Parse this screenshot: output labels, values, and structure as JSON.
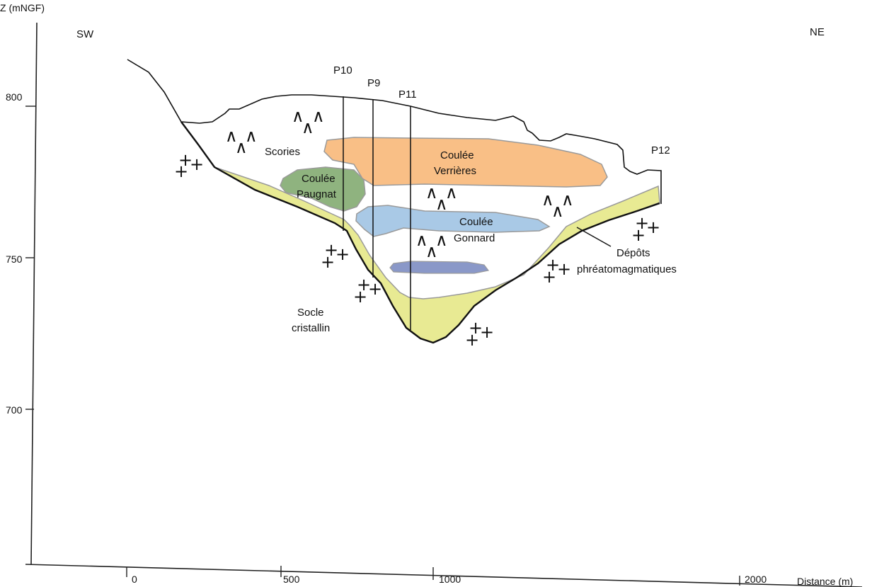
{
  "axes": {
    "y_label": "Z (mNGF)",
    "x_label": "Distance (m)",
    "y_ticks": [
      "800",
      "750",
      "700"
    ],
    "x_ticks": [
      "0",
      "500",
      "1000",
      "2000"
    ]
  },
  "orientation": {
    "left": "SW",
    "right": "NE"
  },
  "boreholes": [
    "P10",
    "P9",
    "P11",
    "P12"
  ],
  "units": {
    "scories": "Scories",
    "verrieres": [
      "Coulée",
      "Verrières"
    ],
    "paugnat": [
      "Coulée",
      "Paugnat"
    ],
    "gonnard": [
      "Coulée",
      "Gonnard"
    ],
    "depots": [
      "Dépôts",
      "phréatomagmatiques"
    ],
    "socle": [
      "Socle",
      "cristallin"
    ]
  },
  "colors": {
    "verrieres": "#f9bf86",
    "paugnat": "#8fb37f",
    "gonnard": "#a9c9e6",
    "lens": "#8a98c8",
    "depots": "#e8ea93",
    "outline": "#9a9a9a"
  },
  "symbols": {
    "scoria": "∧",
    "basement": "+"
  }
}
